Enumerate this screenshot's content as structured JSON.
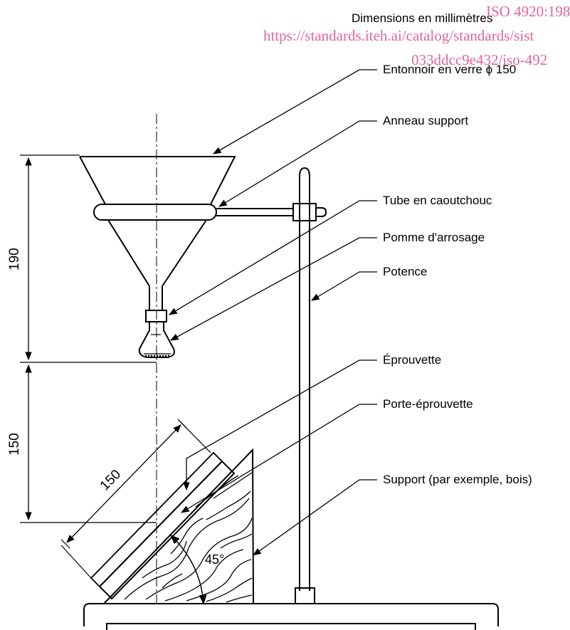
{
  "header": {
    "dimensions": "Dimensions en millimètres"
  },
  "watermark": {
    "line1": "ISO 4920:198",
    "line2": "https://standards.iteh.ai/catalog/standards/sist",
    "line3": "033ddcc9e432/iso-492",
    "color": "#e0679a"
  },
  "labels": {
    "funnel": "Entonnoir en verre ϕ 150",
    "ring": "Anneau support",
    "tube": "Tube en caoutchouc",
    "rose": "Pomme d'arrosage",
    "stand": "Potence",
    "specimen": "Éprouvette",
    "holder": "Porte-éprouvette",
    "support": "Support (par exemple, bois)"
  },
  "dimensions": {
    "top_height": "190",
    "bottom_height": "150",
    "specimen_length": "150",
    "angle": "45°"
  }
}
